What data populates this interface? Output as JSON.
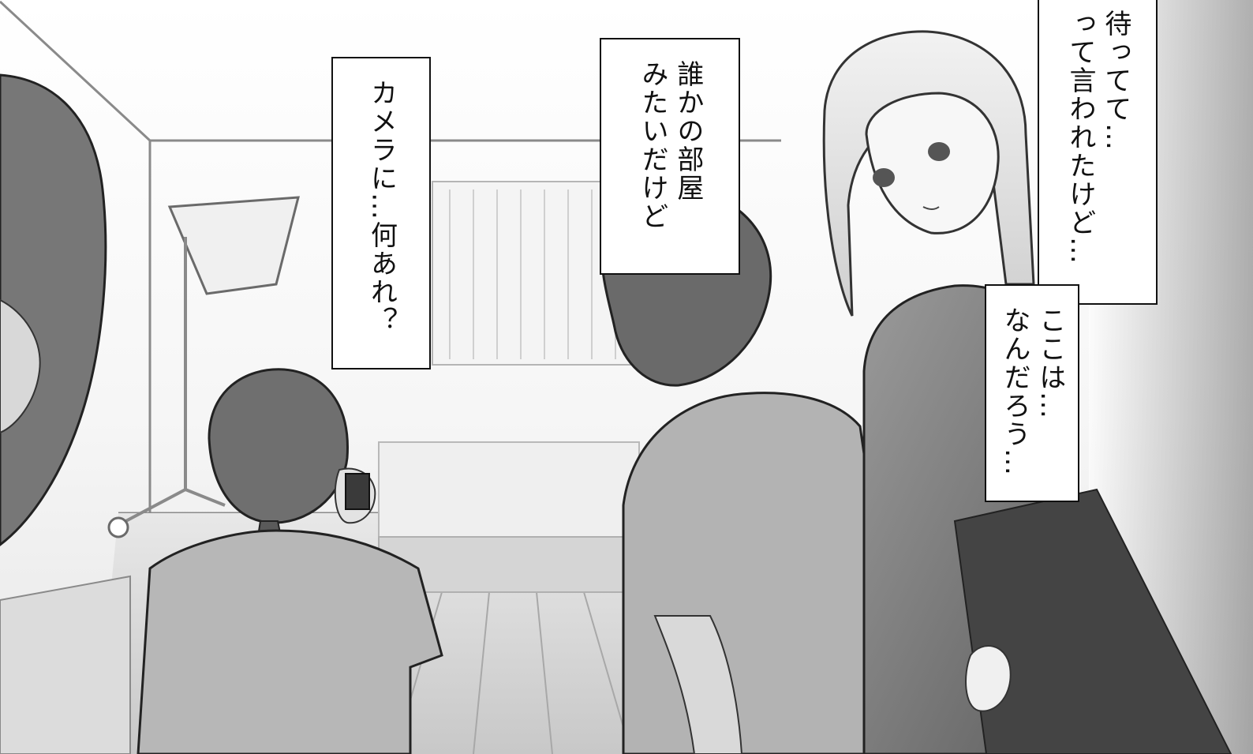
{
  "captions": {
    "camera": "カメラに…何あれ？",
    "room": "誰かの部屋\nみたいだけど",
    "waiting": "待ってて…\nって言われたけど…",
    "here": "ここは…\nなんだろう…"
  },
  "colors": {
    "ink": "#111111",
    "paper": "#ffffff",
    "tone_light": "#d9d9d9",
    "tone_mid": "#a9a9a9",
    "tone_dark": "#5a5a5a"
  }
}
